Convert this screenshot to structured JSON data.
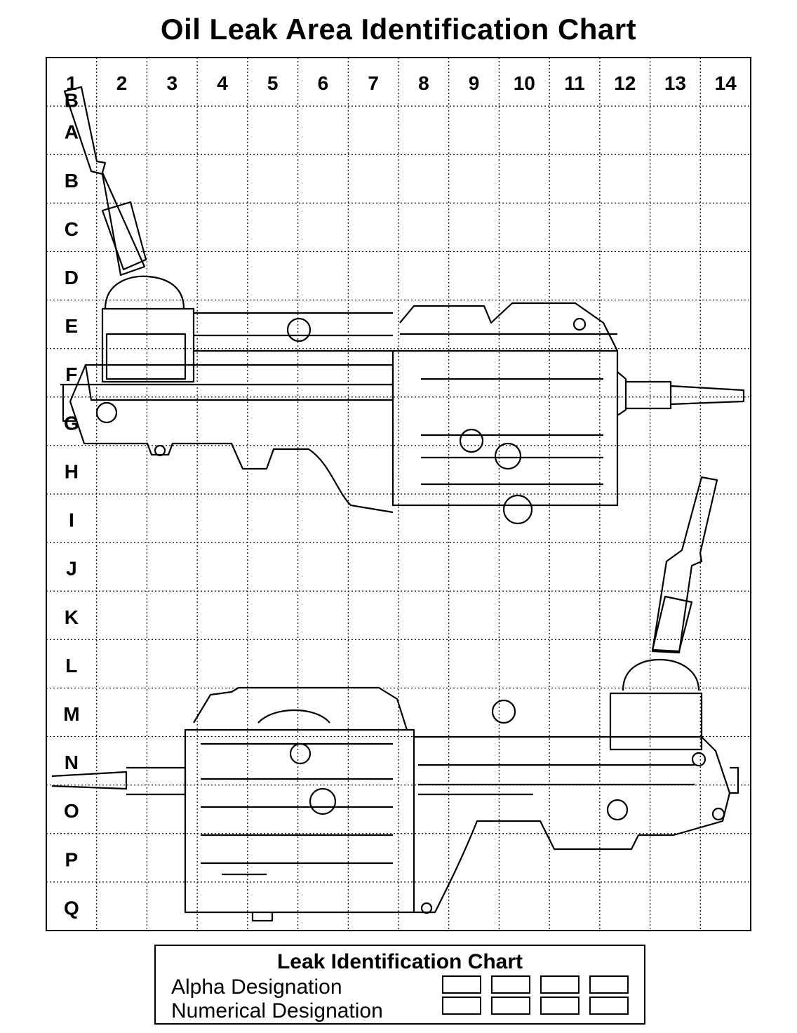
{
  "title": "Oil Leak Area Identification Chart",
  "grid": {
    "columns": [
      "1",
      "2",
      "3",
      "4",
      "5",
      "6",
      "7",
      "8",
      "9",
      "10",
      "11",
      "12",
      "13",
      "14"
    ],
    "rows": [
      "B",
      "A",
      "B",
      "C",
      "D",
      "E",
      "F",
      "G",
      "H",
      "I",
      "J",
      "K",
      "L",
      "M",
      "N",
      "O",
      "P",
      "Q"
    ]
  },
  "legend": {
    "title": "Leak Identification Chart",
    "alpha_label": "Alpha Designation",
    "numerical_label": "Numerical Designation",
    "boxes_per_row": 4
  }
}
